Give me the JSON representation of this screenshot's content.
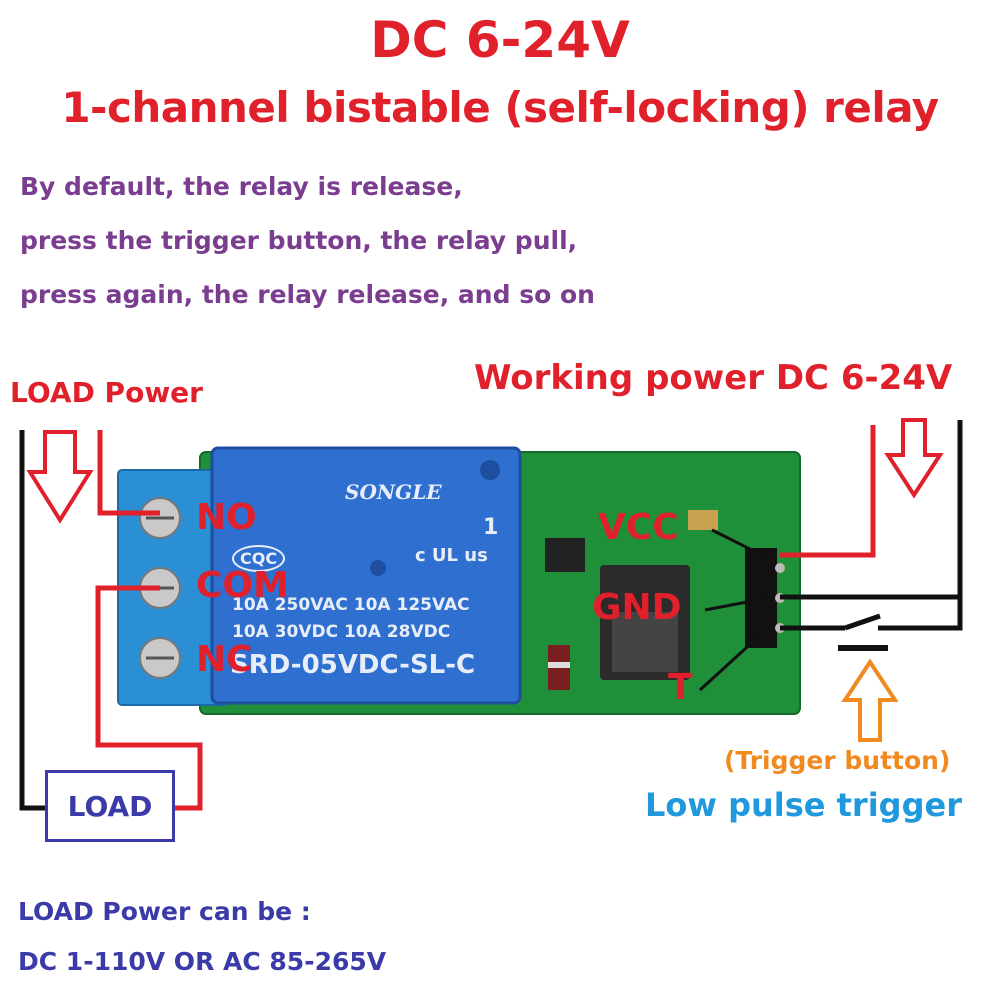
{
  "header": {
    "title_line1": "DC 6-24V",
    "title_line2": "1-channel bistable (self-locking) relay"
  },
  "description": {
    "line1": "By default, the relay is release,",
    "line2": "press the trigger button, the relay pull,",
    "line3": "press again, the relay release, and so on"
  },
  "left": {
    "load_power_label": "LOAD Power",
    "load_box_label": "LOAD"
  },
  "right": {
    "working_power_label": "Working power DC 6-24V",
    "trigger_button_label": "(Trigger button)",
    "low_pulse_label": "Low pulse trigger"
  },
  "terminals": {
    "no": "NO",
    "com": "COM",
    "nc": "NC"
  },
  "pins": {
    "vcc": "VCC",
    "gnd": "GND",
    "t": "T"
  },
  "relay": {
    "brand": "SONGLE",
    "cqc": "CQC",
    "ul_mark": "c UL us",
    "num": "1",
    "rating1": "10A 250VAC  10A 125VAC",
    "rating2": "10A  30VDC  10A  28VDC",
    "model": "SRD-05VDC-SL-C"
  },
  "footer": {
    "line1": "LOAD Power can be :",
    "line2": "DC 1-110V OR AC 85-265V"
  },
  "colors": {
    "red": "#e0202a",
    "purple": "#7a3d8f",
    "navy": "#3a3aa8",
    "orange": "#f08a1f",
    "cyan": "#1f98de",
    "pcb": "#1f8f3a",
    "relay_blue": "#2f6fd0",
    "terminal_blue": "#2b8fd6"
  }
}
